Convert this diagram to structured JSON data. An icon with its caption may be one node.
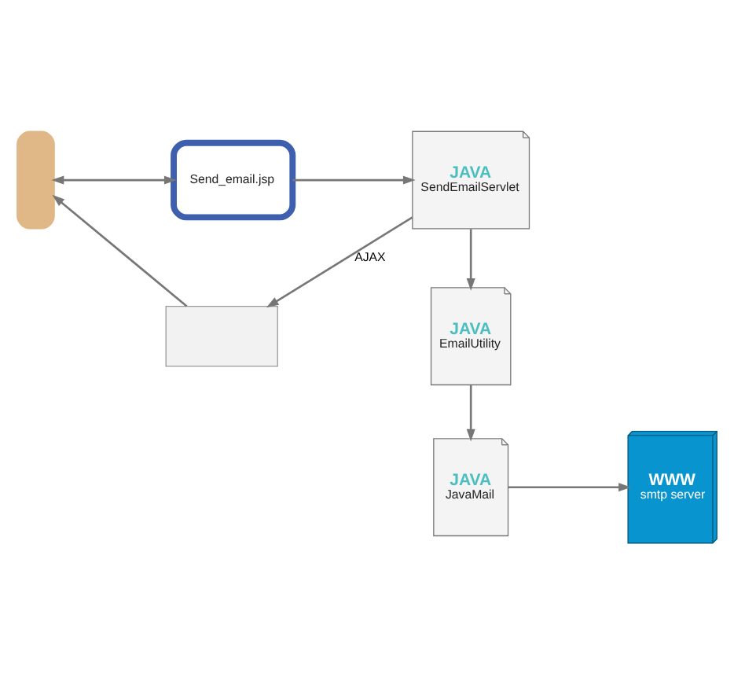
{
  "diagram": {
    "nodes": [
      {
        "text": [],
        "shape": "person"
      },
      {
        "text": [
          "Send_email.jsp"
        ]
      },
      {
        "text": [
          "JAVA",
          "SendEmailServlet"
        ]
      },
      {
        "text": [],
        "shape": "box"
      },
      {
        "text": [
          "JAVA",
          "EmailUtility"
        ]
      },
      {
        "text": [
          "JAVA",
          "JavaMail"
        ]
      },
      {
        "text": [
          "WWW",
          "smtp server"
        ]
      }
    ],
    "edges": [
      {
        "from": 0,
        "to": 1,
        "arrow": "both"
      },
      {
        "from": 1,
        "to": 2,
        "arrow": "to"
      },
      {
        "from": 2,
        "to": 3,
        "arrow": "to",
        "label": "AJAX"
      },
      {
        "from": 3,
        "to": 0,
        "arrow": "to"
      },
      {
        "from": 2,
        "to": 4,
        "arrow": "to"
      },
      {
        "from": 4,
        "to": 5,
        "arrow": "to"
      },
      {
        "from": 5,
        "to": 6,
        "arrow": "to"
      }
    ]
  }
}
